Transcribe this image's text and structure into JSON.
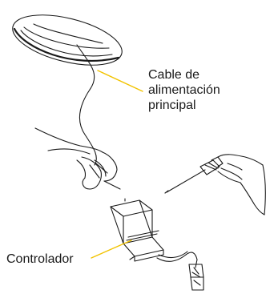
{
  "labels": {
    "cable_line1": "Cable de",
    "cable_line2": "alimentación",
    "cable_line3": "principal",
    "controller": "Controlador"
  },
  "colors": {
    "arrow": "#f2c300",
    "line": "#1a1a1a",
    "background": "#ffffff"
  }
}
